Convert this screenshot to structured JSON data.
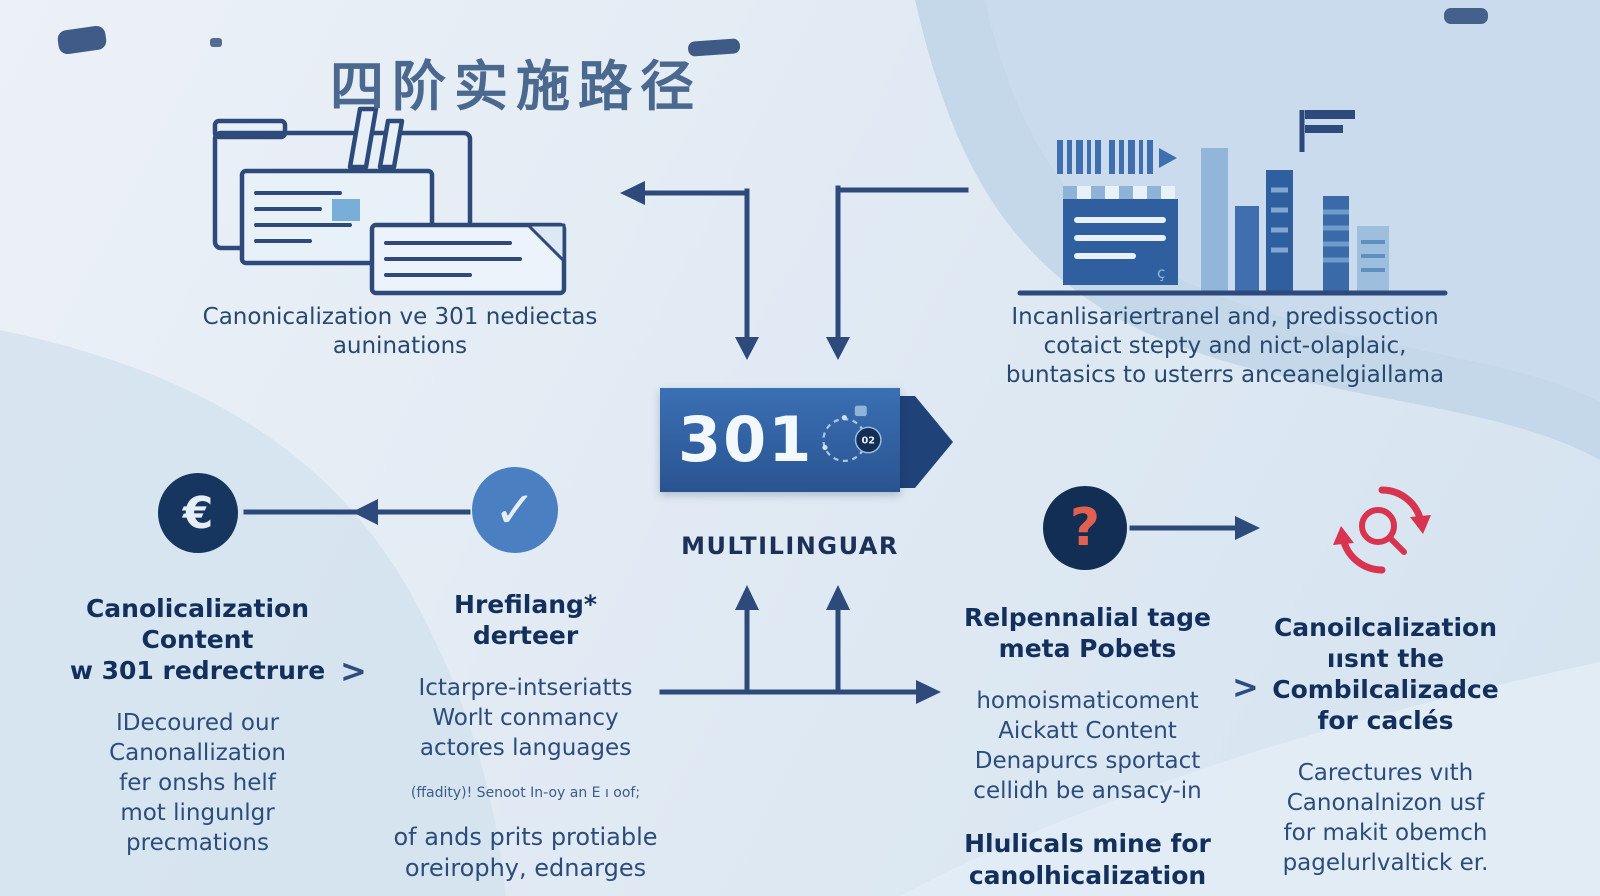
{
  "title": "四阶实施路径",
  "top_left_illustration": {
    "caption": [
      "Canonicalization ve 301 nediectas",
      "auninations"
    ]
  },
  "top_right_illustration": {
    "caption": [
      "Incanlisariertranel and, predissoction",
      "cotaict stepty and nict-olaplaic,",
      "buntasics to usterrs anceanelgiallama"
    ]
  },
  "center": {
    "code": "301",
    "badge": "02",
    "label": "MULTILINGUAR"
  },
  "separators": {
    "left": ">",
    "right": ">"
  },
  "stage1": {
    "icon_glyph": "€",
    "heading": [
      "Canolicalization",
      "Content",
      "w 301 redrectrure"
    ],
    "body": [
      "IDecoured our",
      "Canonallization",
      "fer onshs helf",
      "mot lingunlgr",
      "precmations"
    ]
  },
  "stage2": {
    "icon_glyph": "✓",
    "heading": [
      "Hrefilang*",
      "derteer"
    ],
    "body": [
      "Ictarpre-intseriatts",
      "Worlt conmancy",
      "actores languages"
    ],
    "fine_print": "(ffadity)! Senoot In-oy an E ı oof;",
    "footer": [
      "of ands prits protiable",
      "oreirophy, ednarges"
    ]
  },
  "stage3": {
    "icon_glyph": "?",
    "heading": [
      "Relpennalial tage",
      "meta Pobets"
    ],
    "body": [
      "homoismaticoment",
      "Aickatt Content",
      "Denapurcs sportact",
      "cellidh be ansacy-in"
    ],
    "footer": [
      "Hlulicals mine for",
      "canolhicalization"
    ]
  },
  "stage4": {
    "heading": [
      "Canoilcalization",
      "ıısnt the",
      "Combilcalizadce",
      "for caclés"
    ],
    "body": [
      "Carectures vıth",
      "Canonalnizon usf",
      "for makit obemch",
      "pagelurlvaltick er."
    ]
  },
  "colors": {
    "navy": "#16365f",
    "arrow": "#2e4a7a",
    "accent_blue": "#4a80c2",
    "accent_red": "#d9344f",
    "question_orange": "#e2604f"
  }
}
